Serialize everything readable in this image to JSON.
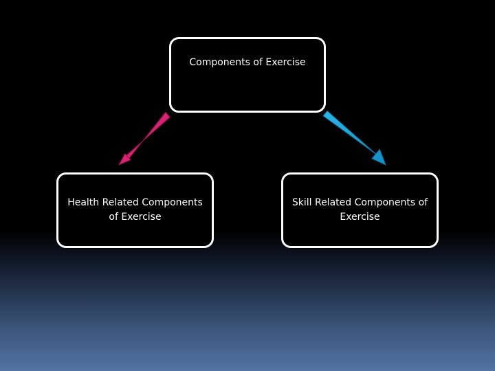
{
  "diagram": {
    "root": {
      "label": "Components of Exercise"
    },
    "children": [
      {
        "label": "Health Related Components of Exercise"
      },
      {
        "label": "Skill Related Components of Exercise"
      }
    ]
  },
  "colors": {
    "background_top": "#000000",
    "background_bottom": "#5373a3",
    "box_fill": "#000000",
    "box_border": "#ffffff",
    "text": "#ffffff",
    "arrow_left": "#e8197a",
    "arrow_right": "#1aa3db"
  }
}
